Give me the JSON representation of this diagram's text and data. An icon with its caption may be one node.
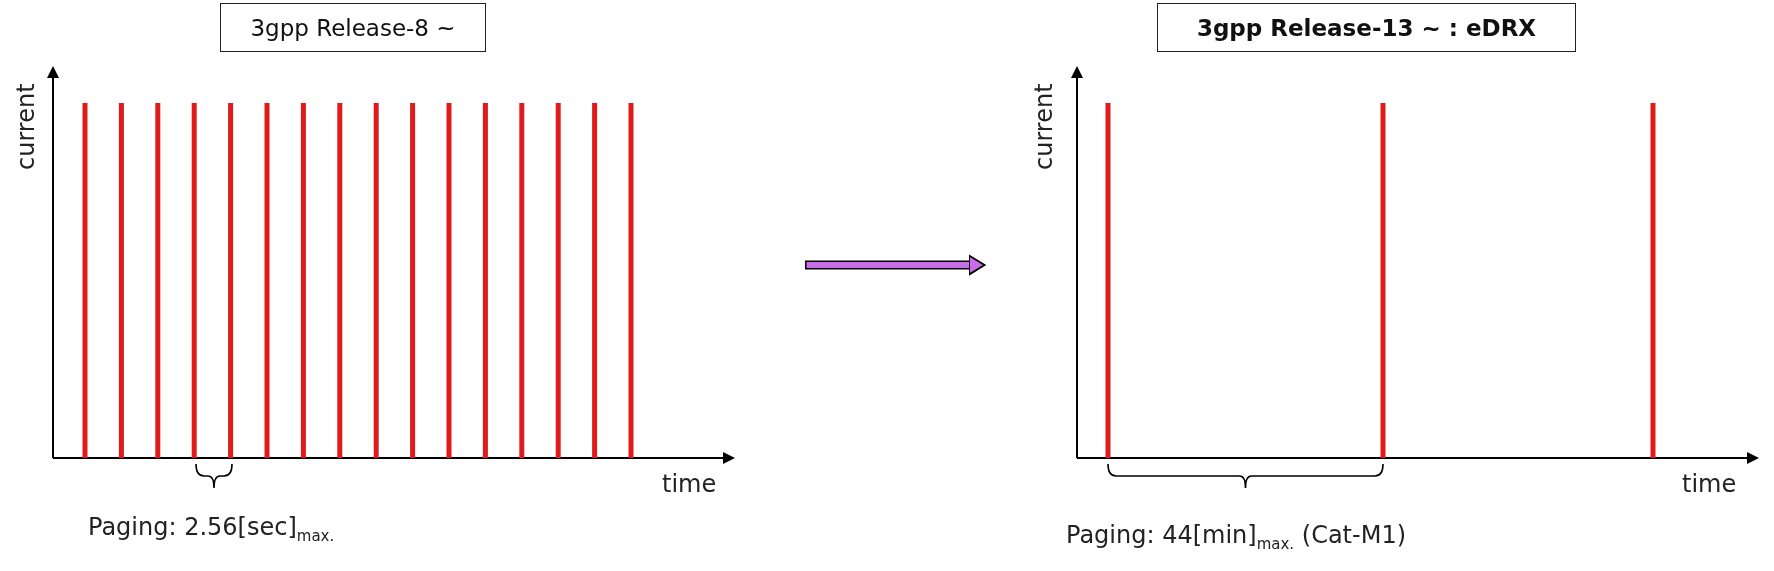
{
  "diagram": {
    "nodes": [
      {
        "text": [
          "3gpp Release-8 ~"
        ]
      },
      {
        "text": [],
        "shape": "picture"
      },
      {
        "text": [
          "3gpp Release-13 ~ : eDRX"
        ]
      },
      {
        "text": [],
        "shape": "picture"
      }
    ],
    "edges": [
      {
        "from": 1,
        "to": 3,
        "arrow": "to"
      }
    ],
    "labels": [
      "current",
      "time",
      "Paging: 2.56[sec]$_{max.}$",
      "current",
      "time",
      "Paging: 44[min]$_{max.}$ (Cat-M1)"
    ]
  }
}
